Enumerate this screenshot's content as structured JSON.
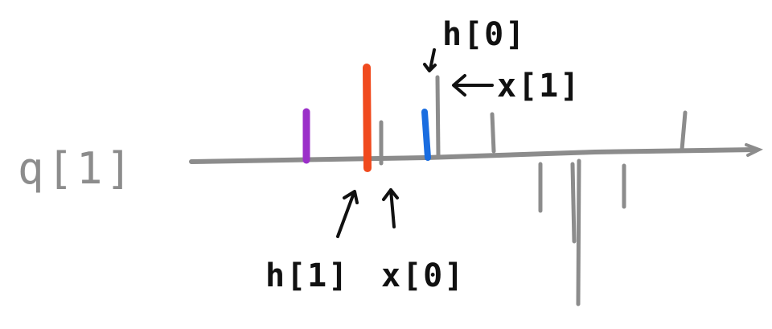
{
  "labels": {
    "axis_label": "q[1]",
    "h0": "h[0]",
    "x1": "x[1]",
    "h1": "h[1]",
    "x0": "x[0]"
  },
  "colors": {
    "axis": "#8c8c8c",
    "ink": "#111111",
    "purple": "#9b2fc9",
    "orange": "#f04a1e",
    "blue": "#1a6de0",
    "arrow_x1": "#111111"
  },
  "icons": {
    "arrow": "hand-drawn-arrow"
  }
}
